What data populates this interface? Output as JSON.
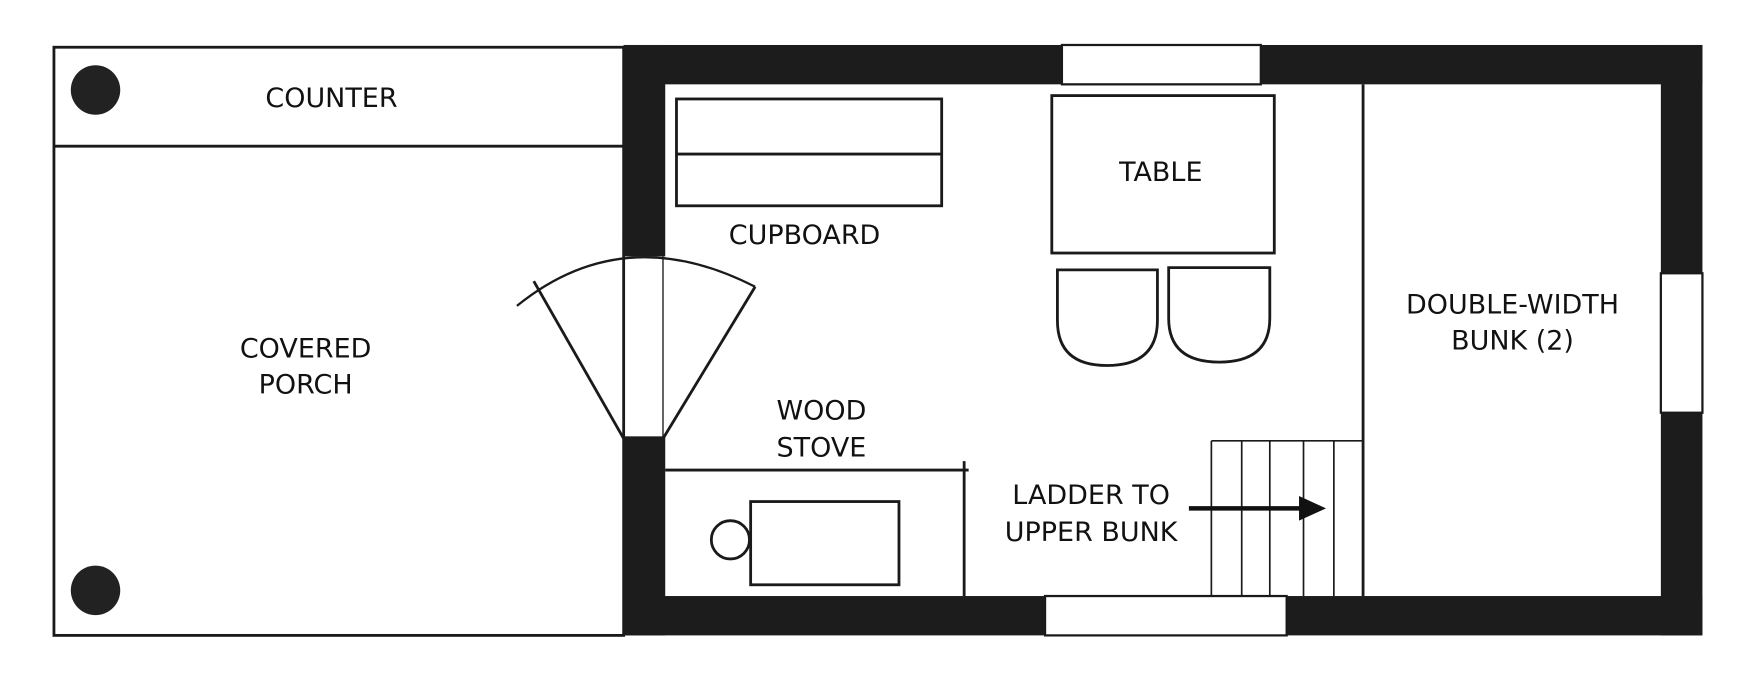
{
  "labels": {
    "counter": "COUNTER",
    "covered_porch": [
      "COVERED",
      "PORCH"
    ],
    "cupboard": "CUPBOARD",
    "table": "TABLE",
    "wood_stove": [
      "WOOD",
      "STOVE"
    ],
    "ladder": [
      "LADDER TO",
      "UPPER BUNK"
    ],
    "bunk": [
      "DOUBLE-WIDTH",
      "BUNK (2)"
    ]
  },
  "colors": {
    "ink": "#1c1c1c",
    "paper": "#ffffff"
  }
}
